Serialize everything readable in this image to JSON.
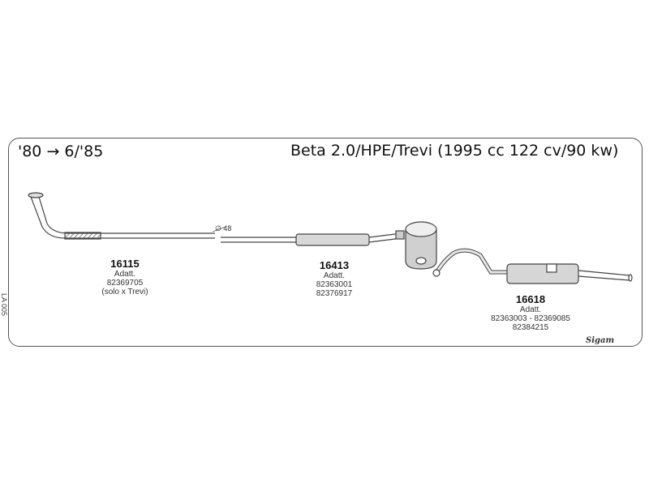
{
  "header": {
    "years": "'80 → 6/'85",
    "model": "Beta 2.0/HPE/Trevi (1995 cc 122 cv/90 kw)"
  },
  "side_code": "LA 005",
  "diameter_label": "∅ 48",
  "brand": "Sigam",
  "parts": [
    {
      "number": "16115",
      "lines": [
        "Adatt.",
        "82369705",
        "(solo x Trevi)"
      ]
    },
    {
      "number": "16413",
      "lines": [
        "Adatt.",
        "82363001",
        "82376917"
      ]
    },
    {
      "number": "16618",
      "lines": [
        "Adatt.",
        "82363003 - 82369085",
        "82384215"
      ]
    }
  ]
}
